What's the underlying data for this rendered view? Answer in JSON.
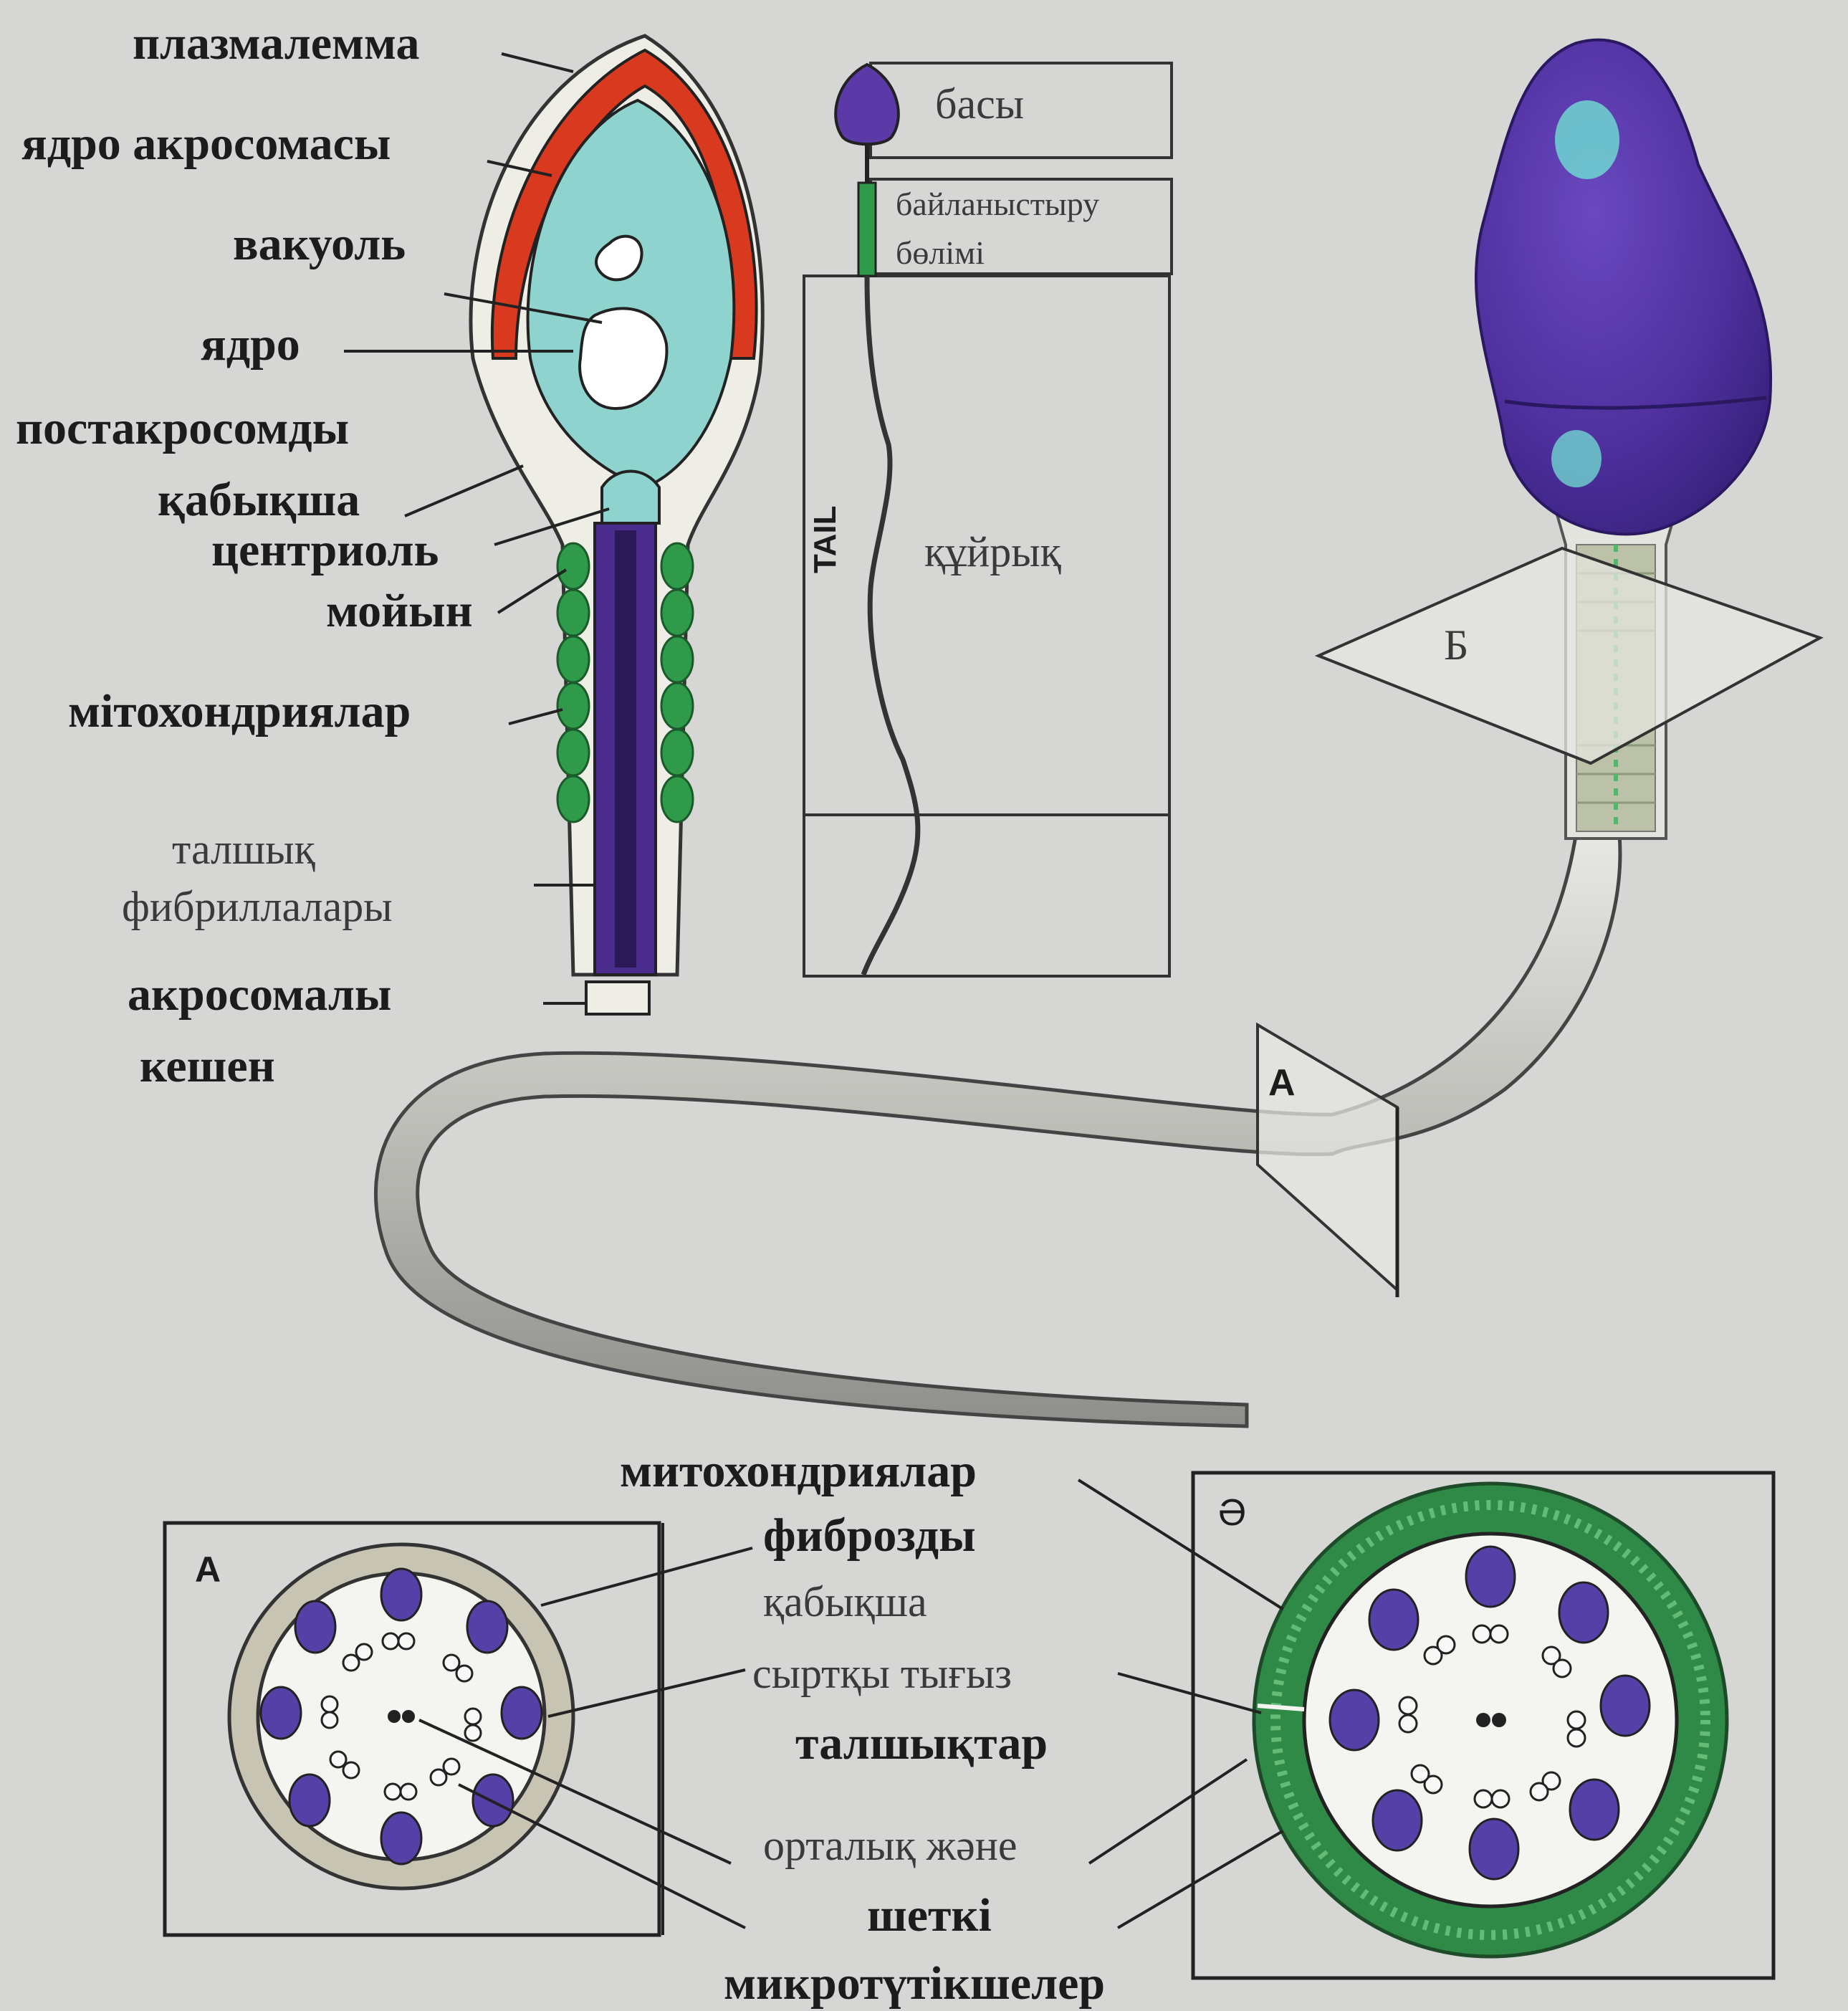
{
  "colors": {
    "background": "#d6d6d4",
    "plasmalemma_red": "#d9391f",
    "nucleus_cyan": "#8fd3cf",
    "mitochondria_green": "#2e9a4a",
    "axoneme_purple": "#4a2c8c",
    "head_violet": "#5b3aa8",
    "outline": "#222222"
  },
  "longitudinal_section": {
    "labels": {
      "plasmalemma": "плазмалемма",
      "acrosome_nucleus": "ядро акросомасы",
      "vacuole": "вакуоль",
      "nucleus": "ядро",
      "postacrosomal_1": "постакросомды",
      "postacrosomal_2": "қабықша",
      "centriole": "центриоль",
      "neck": "мойын",
      "mitochondria": "мітохондриялар",
      "fibrils_1": "талшық",
      "fibrils_2": "фибриллалары",
      "acrosomal_complex_1": "акросомалы",
      "acrosomal_complex_2": "кешен"
    }
  },
  "schematic": {
    "labels": {
      "head": "басы",
      "connecting_1": "байланыстыру",
      "connecting_2": "бөлімі",
      "tail": "құйрық",
      "tail_en": "TAIL"
    }
  },
  "model_3d": {
    "labels": {
      "section_b": "Б",
      "section_a": "A"
    }
  },
  "cross_sections": {
    "panel_a_label": "A",
    "panel_ae_label": "Ә",
    "labels": {
      "mitochondria": "митохондриялар",
      "fibrous_1": "фиброзды",
      "fibrous_2": "қабықша",
      "outer_dense_1": "сыртқы тығыз",
      "outer_dense_2": "талшықтар",
      "microtubules_1": "орталық және",
      "microtubules_2": "шеткі",
      "microtubules_3": "микротүтікшелер"
    }
  }
}
